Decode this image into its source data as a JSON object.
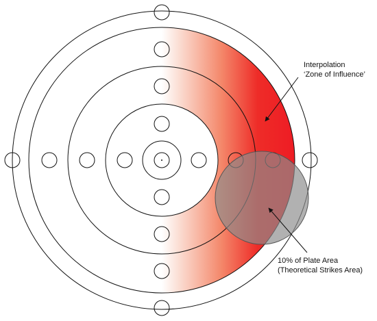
{
  "annotations": {
    "zone_of_influence": {
      "line1": "Interpolation",
      "line2": "‘Zone of Influence’"
    },
    "strikes_area": {
      "line1": "10% of Plate Area",
      "line2": "(Theoretical Strikes Area)"
    }
  },
  "colors": {
    "outline": "#111111",
    "zone_red": "#ee1c24",
    "strike_circle_fill": "#8c8c8c"
  }
}
